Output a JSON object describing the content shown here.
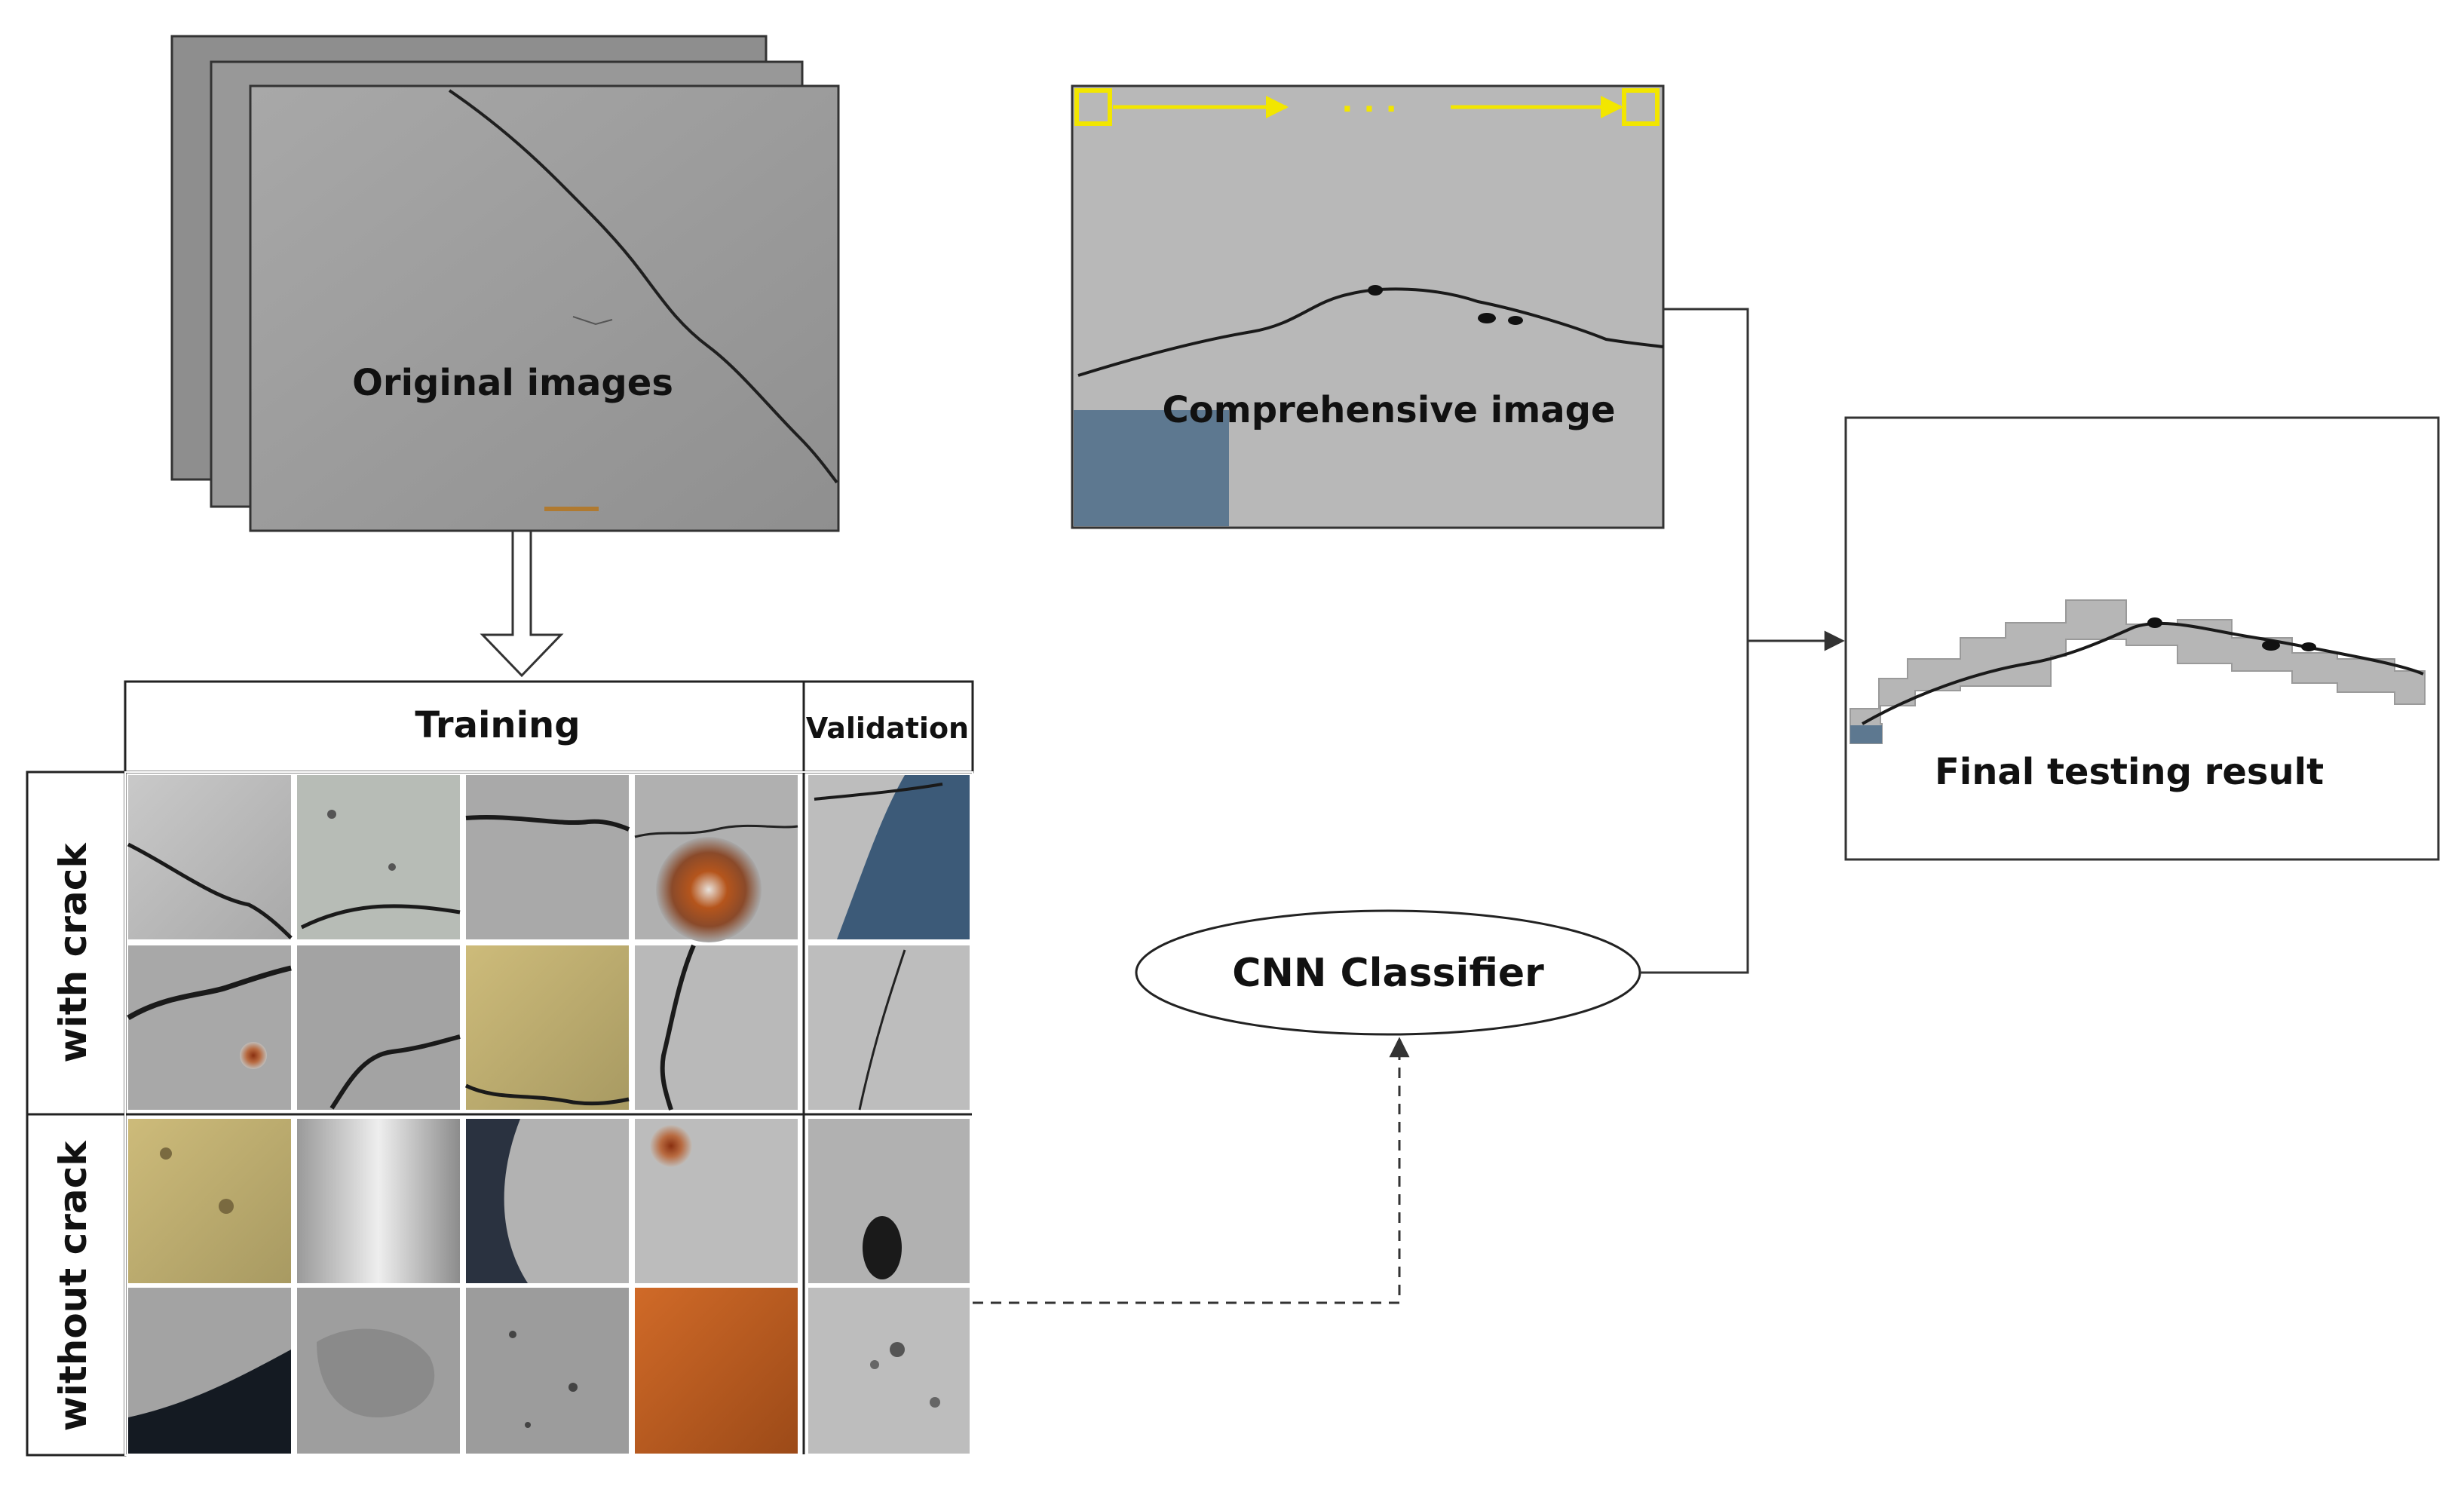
{
  "labels": {
    "original_images": "Original images",
    "comprehensive_image": "Comprehensive image",
    "final_result": "Final testing result",
    "cnn_classifier": "CNN Classifier",
    "training": "Training",
    "validation": "Validation",
    "with_crack": "with crack",
    "without_crack": "without crack",
    "ellipsis": ". . ."
  },
  "colors": {
    "line": "#222222",
    "scan_window": "#f2e600",
    "crack": "#1a1a1a",
    "rust": "#b5551c",
    "concrete": "#b4b4b4"
  }
}
